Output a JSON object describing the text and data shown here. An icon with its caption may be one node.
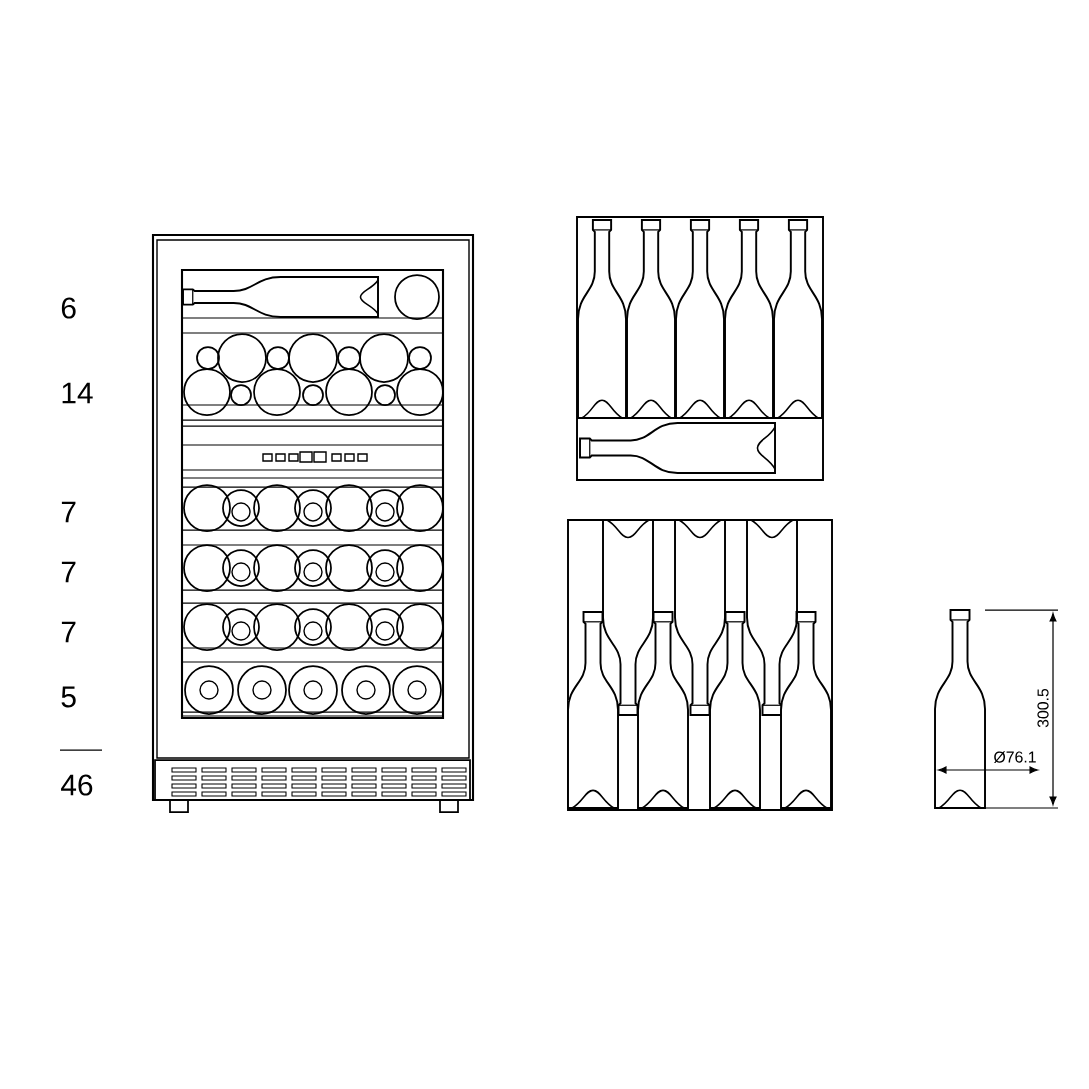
{
  "diagram": {
    "labels": [
      "6",
      "14",
      "7",
      "7",
      "7",
      "5",
      "46",
      "300.5",
      "Ø76.1"
    ]
  }
}
